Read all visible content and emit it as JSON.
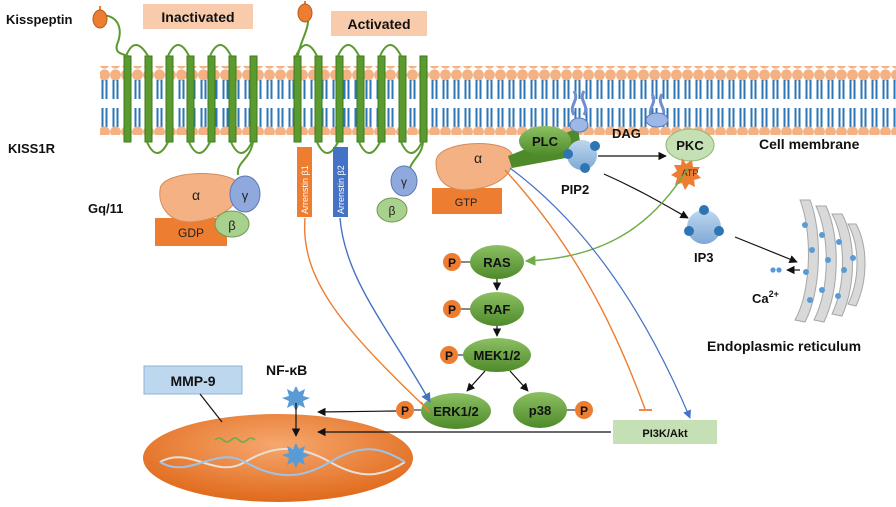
{
  "labels": {
    "kisspeptin": "Kisspeptin",
    "inactivated": "Inactivated",
    "activated": "Activated",
    "receptor": "KISS1R",
    "cell_membrane": "Cell membrane",
    "gq11": "Gq/11",
    "alpha": "α",
    "gamma": "γ",
    "beta": "β",
    "gdp": "GDP",
    "gtp": "GTP",
    "arrestin_b1": "Arrenstin β1",
    "arrestin_b2": "Arrenstin β2",
    "plc": "PLC",
    "dag": "DAG",
    "pkc": "PKC",
    "atp": "ATP",
    "pip2": "PIP2",
    "ip3": "IP3",
    "ca": "Ca",
    "ca_sup": "2+",
    "er": "Endoplasmic reticulum",
    "ras": "RAS",
    "raf": "RAF",
    "mek": "MEK1/2",
    "erk": "ERK1/2",
    "p38": "p38",
    "p": "P",
    "pi3k": "PI3K/Akt",
    "mmp9": "MMP-9",
    "nfkb": "NF-κB"
  },
  "colors": {
    "helix": "#5a9a2e",
    "lipid_head": "#f4b183",
    "lipid_tail": "#2e75b6",
    "galpha": "#f4b183",
    "gamma": "#8fa9dc",
    "beta": "#a9d18e",
    "gdp": "#ed7d31",
    "node_green": "#70ad47",
    "phospho": "#ed7d31",
    "arrestin1": "#ed7d31",
    "arrestin2": "#4472c4",
    "label_box": "#f8cbad",
    "mmp_box": "#bdd7ee",
    "pi3k_box": "#c5e0b4",
    "nucleus": "#ed7d31"
  }
}
